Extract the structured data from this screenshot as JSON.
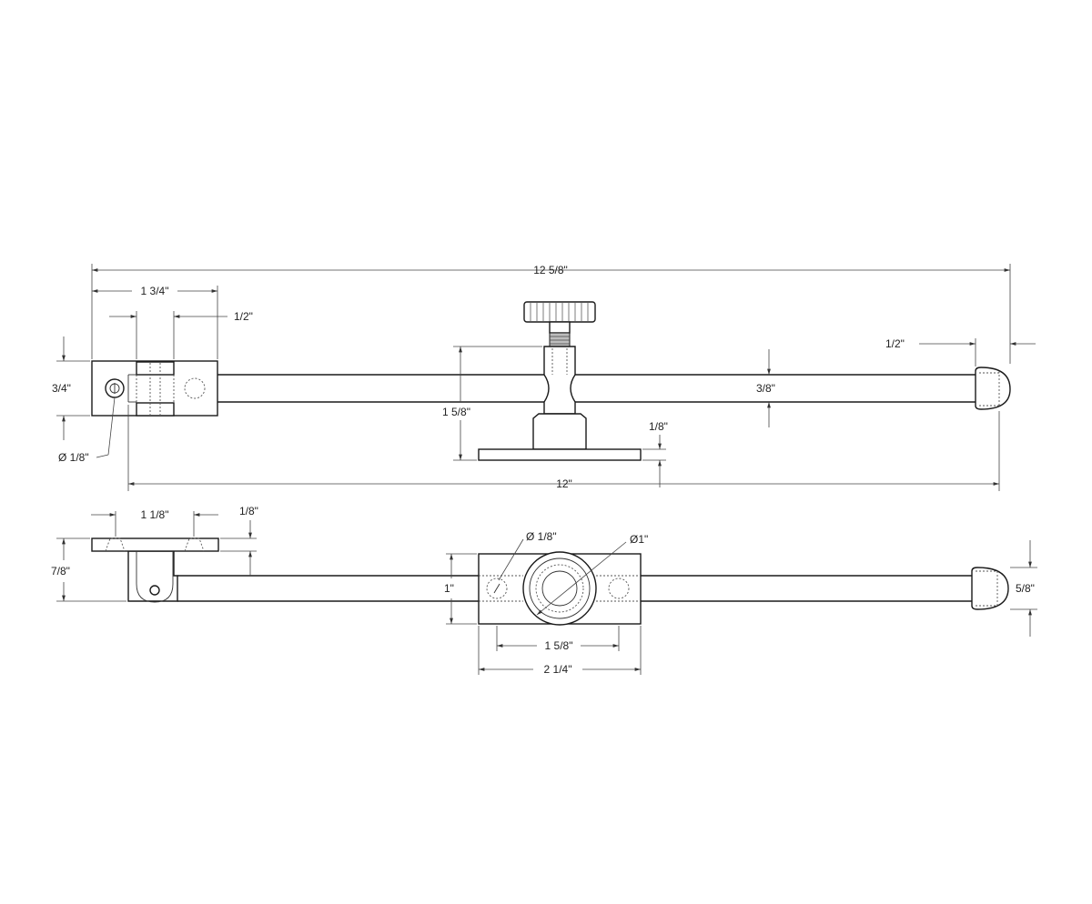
{
  "colors": {
    "line": "#1a1a1a",
    "dimension": "#444444",
    "background": "#ffffff"
  },
  "dimensions": {
    "overall_length": "12 5/8\"",
    "left_bracket_length": "1 3/4\"",
    "hinge_knuckle_width": "1/2\"",
    "bracket_height": "3/4\"",
    "bracket_hole_diameter": "Ø 1/8\"",
    "thumbscrew_height": "1 5/8\"",
    "rod_diameter": "3/8\"",
    "base_plate_thickness": "1/8\"",
    "ball_end_width": "1/2\"",
    "rod_length": "12\"",
    "mount_plate_length": "1 1/8\"",
    "mount_plate_thickness": "1/8\"",
    "bracket_depth": "7/8\"",
    "base_width": "1\"",
    "screw_hole_diameter": "Ø 1/8\"",
    "collar_diameter": "Ø1\"",
    "hole_spacing": "1 5/8\"",
    "base_length": "2 1/4\"",
    "ball_end_diameter": "5/8\""
  }
}
